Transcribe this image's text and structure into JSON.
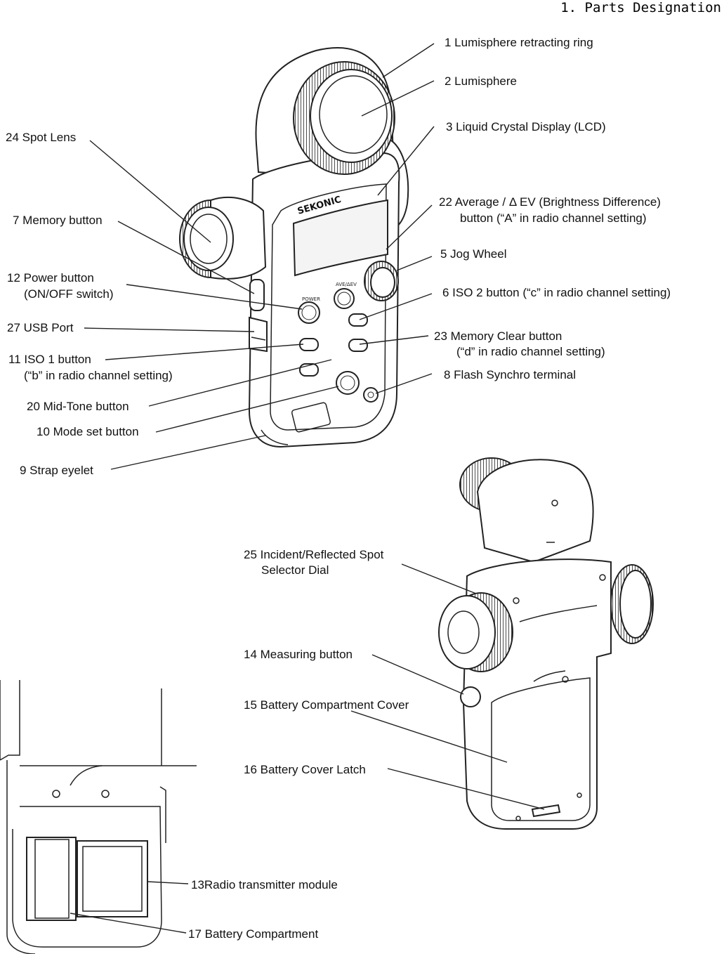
{
  "header": {
    "title": "1. Parts Designation"
  },
  "device": {
    "brand": "SEKONIC",
    "power_print": "POWER",
    "avg_print": "AVE/ΔEV"
  },
  "labels": {
    "lumisphere_ring": "1 Lumisphere retracting ring",
    "lumisphere": "2 Lumisphere",
    "lcd": "3 Liquid Crystal Display (LCD)",
    "spot_lens": "24 Spot Lens",
    "average_ev_1": "22 Average / Δ EV (Brightness Difference)",
    "average_ev_2": "button (“A” in radio channel setting)",
    "memory_button": "7 Memory button",
    "jog_wheel": "5  Jog Wheel",
    "power_1": "12 Power button",
    "power_2": "(ON/OFF switch)",
    "iso2": "6  ISO 2 button (“c” in radio channel setting)",
    "usb_port": "27 USB Port",
    "memory_clear_1": "23  Memory Clear button",
    "memory_clear_2": "(“d” in radio channel setting)",
    "iso1_1": "11 ISO 1 button",
    "iso1_2": "(“b” in radio channel setting)",
    "flash_synchro": "8 Flash Synchro terminal",
    "mid_tone": "20 Mid-Tone button",
    "mode_set": "10 Mode set button",
    "strap_eyelet": "9 Strap eyelet",
    "selector_dial_1": "25 Incident/Reflected Spot",
    "selector_dial_2": "Selector Dial",
    "measuring_button": "14 Measuring button",
    "battery_cover": "15 Battery Compartment Cover",
    "battery_latch": "16 Battery Cover Latch",
    "radio_module": "13Radio transmitter module",
    "battery_compartment": "17 Battery Compartment"
  }
}
